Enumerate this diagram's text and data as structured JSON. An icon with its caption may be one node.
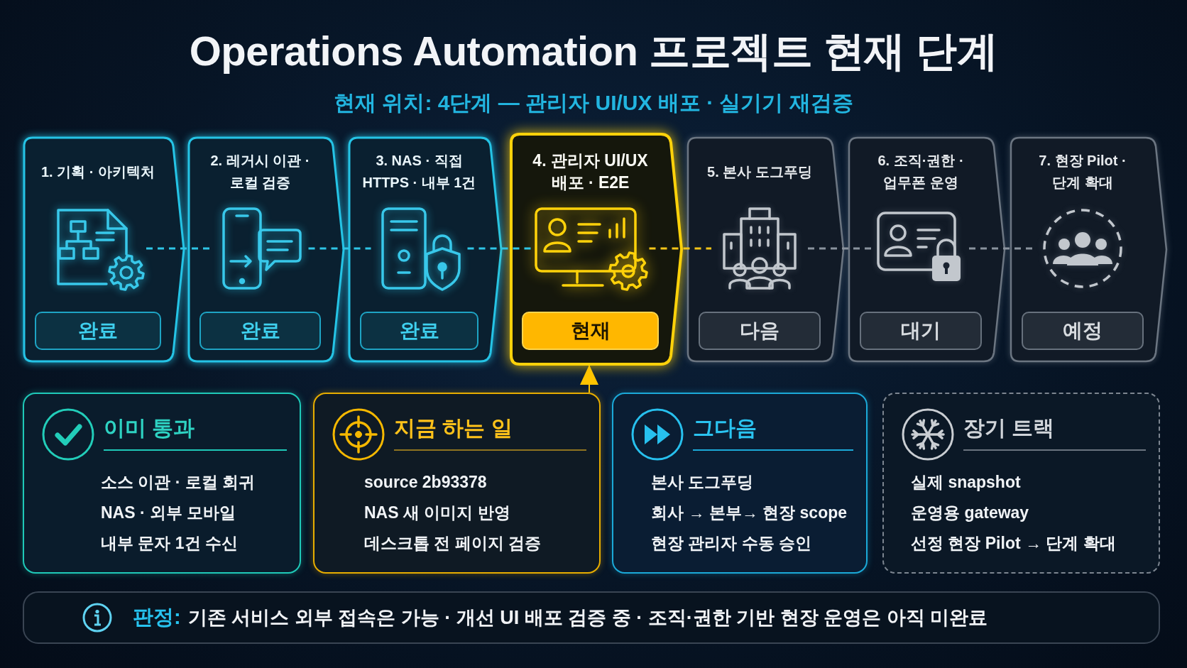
{
  "diagram": {
    "title": "Operations Automation 프로젝트 현재 단계",
    "nodes": [
      {
        "text": [
          "1. 기획 · 아키텍처"
        ]
      },
      {
        "text": [],
        "shape": "picture",
        "in": 0
      },
      {
        "text": [
          "완료"
        ],
        "in": 0
      },
      {
        "text": [
          "2. 레거시 이관 · 로컬 검증"
        ]
      },
      {
        "text": [],
        "shape": "picture",
        "in": 3
      },
      {
        "text": [
          "완료"
        ],
        "in": 3
      },
      {
        "text": [
          "3. NAS · 직접 HTTPS · 내부 1건"
        ]
      },
      {
        "text": [],
        "shape": "picture",
        "in": 6
      },
      {
        "text": [
          "완료"
        ],
        "in": 6
      },
      {
        "text": [
          "4. 관리자 UI/UX 배포 · E2E"
        ]
      },
      {
        "text": [],
        "shape": "picture",
        "in": 9
      },
      {
        "text": [
          "현재"
        ],
        "in": 9
      },
      {
        "text": [
          "5. 본사 도그푸딩"
        ]
      },
      {
        "text": [],
        "shape": "picture",
        "in": 12
      },
      {
        "text": [
          "다음"
        ],
        "in": 12
      },
      {
        "text": [
          "6. 조직·권한 · 업무폰 운영"
        ]
      },
      {
        "text": [],
        "shape": "picture",
        "in": 15
      },
      {
        "text": [
          "대기"
        ],
        "in": 15
      },
      {
        "text": [
          "7. 현장 Pilot · 단계 확대"
        ]
      },
      {
        "text": [],
        "shape": "picture",
        "in": 18
      },
      {
        "text": [
          "예정"
        ],
        "in": 18
      },
      {
        "text": [
          "이미 통과",
          "소스 이관 · 로컬 회귀",
          "NAS · 외부 모바일",
          "내부 문자 1건 수신"
        ]
      },
      {
        "text": [
          "지금 하는 일",
          "source 2b93378",
          "NAS 새 이미지 반영",
          "데스크톱 전 페이지 검증"
        ]
      },
      {
        "text": [
          "그다음",
          "본사 도그푸딩",
          "회사 → 본부→ 현장 scope",
          "현장 관리자 수동 승인"
        ]
      },
      {
        "text": [
          "장기 트랙",
          "실제 snapshot",
          "운영용 gateway",
          "선정 현장 Pilot → 단계 확대"
        ]
      },
      {
        "text": [
          "판정:",
          "기존 서비스 외부 접속은 가능 · 개선 UI 배포 검증 중 · 조직·권한 기반 현장 운영은 아직 미완료"
        ]
      }
    ],
    "edges": [
      {
        "from": 1,
        "to": 4,
        "arrow": "none",
        "style": "dashed"
      },
      {
        "from": 4,
        "to": 7,
        "arrow": "none",
        "style": "dashed"
      },
      {
        "from": 7,
        "to": 10,
        "arrow": "none",
        "style": "dashed"
      },
      {
        "from": 10,
        "to": 13,
        "arrow": "none",
        "style": "dashed",
        "color": "#f5c518"
      },
      {
        "from": 13,
        "to": 16,
        "arrow": "none",
        "style": "dashed",
        "color": "#8a939e"
      },
      {
        "from": 16,
        "to": 19,
        "arrow": "none",
        "style": "dashed",
        "color": "#8a939e"
      },
      {
        "from": 22,
        "to": 9,
        "arrow": "to",
        "color": "#ffc400"
      }
    ],
    "labels": [
      "현재 위치: 4단계 — 관리자 UI/UX 배포 · 실기기 재검증"
    ]
  }
}
